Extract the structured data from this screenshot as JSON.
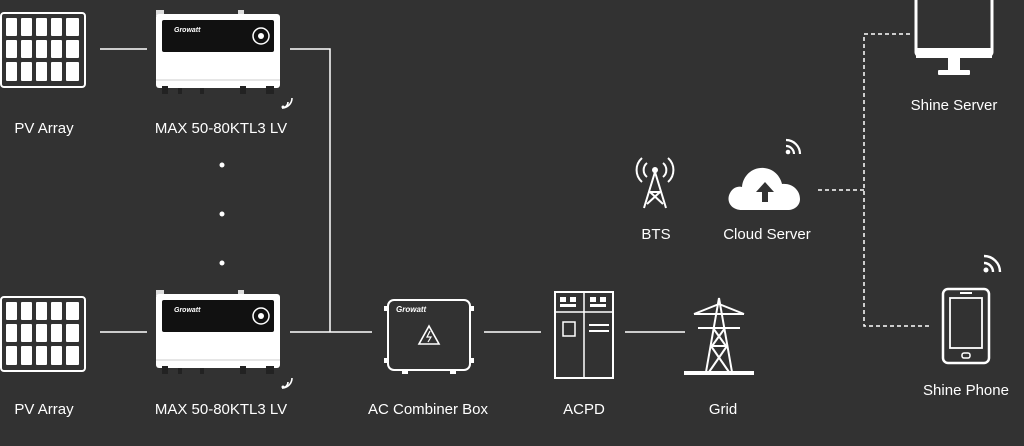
{
  "labels": {
    "pv_array_top": "PV Array",
    "inverter_top": "MAX 50-80KTL3 LV",
    "pv_array_bottom": "PV Array",
    "inverter_bottom": "MAX 50-80KTL3 LV",
    "ac_combiner": "AC Combiner Box",
    "acpd": "ACPD",
    "grid": "Grid",
    "bts": "BTS",
    "cloud_server": "Cloud Server",
    "shine_server": "Shine Server",
    "shine_phone": "Shine Phone"
  },
  "brand": {
    "inverter_logo": "Growatt",
    "combiner_logo": "Growatt"
  },
  "icons": {
    "pv_panel": "solar-panel-icon",
    "inverter": "inverter-icon",
    "wifi": "wifi-signal-icon",
    "combiner": "combiner-box-icon",
    "acpd": "electrical-cabinet-icon",
    "grid": "transmission-tower-icon",
    "bts": "radio-tower-icon",
    "cloud": "cloud-upload-icon",
    "monitor": "monitor-icon",
    "phone": "smartphone-icon"
  },
  "colors": {
    "background": "#323232",
    "line": "#ffffff",
    "inverter_body": "#ffffff",
    "inverter_panel": "#111111"
  }
}
